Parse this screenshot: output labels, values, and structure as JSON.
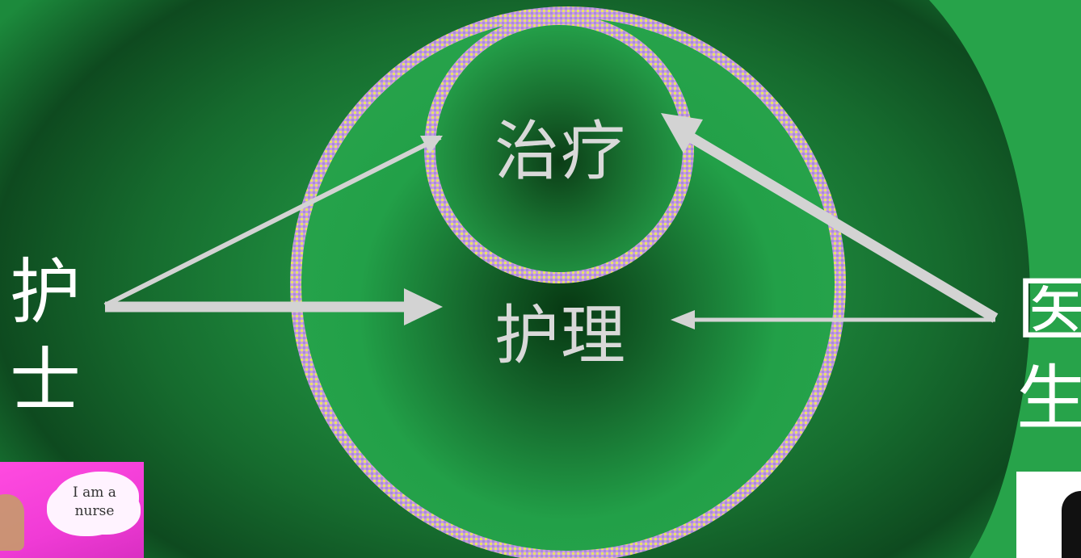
{
  "diagram": {
    "inner_circle_label": "治疗",
    "outer_circle_label": "护理",
    "left_actor": [
      "护",
      "士"
    ],
    "right_actor": [
      "医",
      "生"
    ]
  },
  "nurse_image": {
    "speech_line1": "I am a",
    "speech_line2": "nurse"
  },
  "colors": {
    "background": "#1f8f40",
    "circle_border": "#c9a0dc",
    "arrow": "#d3d3d3",
    "label": "#d9d9d9"
  }
}
